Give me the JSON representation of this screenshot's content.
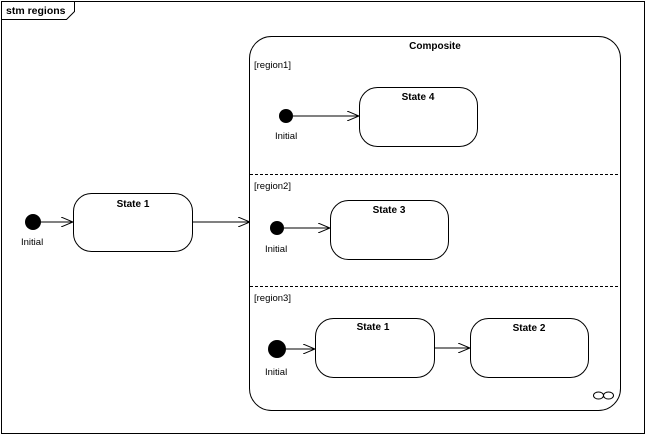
{
  "frame": {
    "title": "stm regions"
  },
  "composite": {
    "name": "Composite"
  },
  "regions": [
    {
      "label": "[region1]"
    },
    {
      "label": "[region2]"
    },
    {
      "label": "[region3]"
    }
  ],
  "states": {
    "outer_state1": "State 1",
    "state4": "State 4",
    "state3": "State 3",
    "r3_state1": "State 1",
    "r3_state2": "State 2"
  },
  "initials": {
    "outer": "Initial",
    "region1": "Initial",
    "region2": "Initial",
    "region3": "Initial"
  },
  "icons": {
    "composite_marker": "infinity-link-icon"
  }
}
